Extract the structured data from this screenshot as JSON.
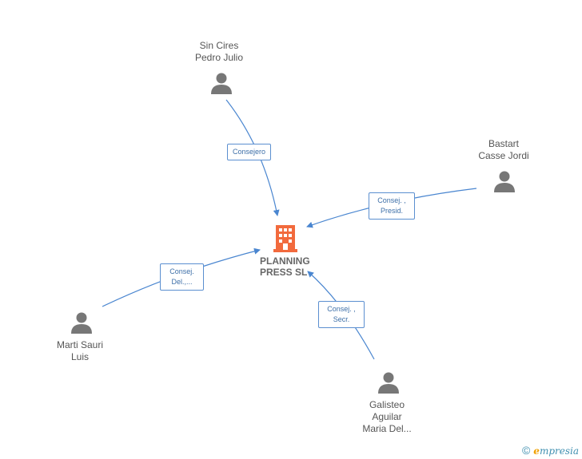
{
  "colors": {
    "edge": "#4a86d0",
    "person_icon": "#777777",
    "company_icon": "#f26a3d"
  },
  "company": {
    "name_line1": "PLANNING",
    "name_line2": "PRESS SL",
    "icon": "building-icon"
  },
  "people": [
    {
      "line1": "Sin Cires",
      "line2": "Pedro Julio",
      "line3": "",
      "role_line1": "Consejero",
      "role_line2": ""
    },
    {
      "line1": "Bastart",
      "line2": "Casse Jordi",
      "line3": "",
      "role_line1": "Consej. ,",
      "role_line2": "Presid."
    },
    {
      "line1": "Marti Sauri",
      "line2": "Luis",
      "line3": "",
      "role_line1": "Consej.",
      "role_line2": "Del.,..."
    },
    {
      "line1": "Galisteo",
      "line2": "Aguilar",
      "line3": "Maria Del...",
      "role_line1": "Consej. ,",
      "role_line2": "Secr."
    }
  ],
  "footer": {
    "copyright": "©",
    "brand_e": "e",
    "brand_rest": "mpresia"
  }
}
